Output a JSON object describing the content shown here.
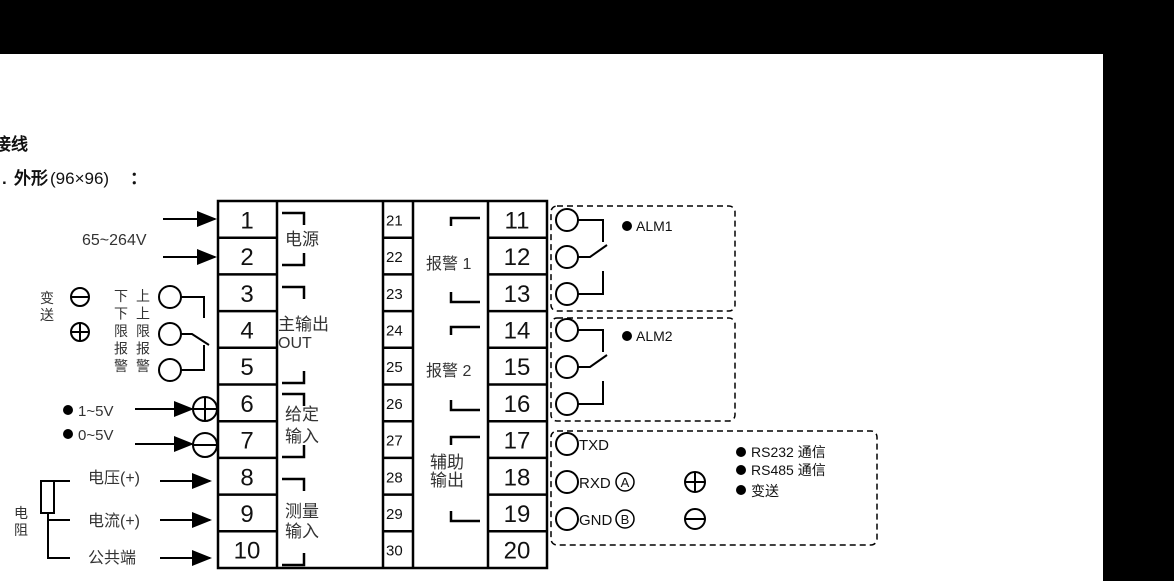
{
  "heading": {
    "line1": "接线",
    "line2_bold": "外形",
    "line2_size": "(96×96)",
    "line2_colon": "："
  },
  "power": {
    "label": "电源",
    "voltage": "65~264V"
  },
  "main_output": {
    "label_cn": "主输出",
    "label_en": "OUT",
    "transmit": [
      "变",
      "送"
    ],
    "lower_alarm": [
      "下",
      "下",
      "限",
      "报",
      "警"
    ],
    "upper_alarm": [
      "上",
      "上",
      "限",
      "报",
      "警"
    ]
  },
  "setpoint_input": {
    "label1": "给定",
    "label2": "输入",
    "opt1": "1~5V",
    "opt2": "0~5V"
  },
  "measure_input": {
    "label1": "测量",
    "label2": "输入",
    "voltage": "电压(+)",
    "current": "电流(+)",
    "common": "公共端",
    "resistor": [
      "电",
      "阻"
    ]
  },
  "terminals_left": [
    "1",
    "2",
    "3",
    "4",
    "5",
    "6",
    "7",
    "8",
    "9",
    "10"
  ],
  "terminals_mid": [
    "21",
    "22",
    "23",
    "24",
    "25",
    "26",
    "27",
    "28",
    "29",
    "30"
  ],
  "terminals_right": [
    "11",
    "12",
    "13",
    "14",
    "15",
    "16",
    "17",
    "18",
    "19",
    "20"
  ],
  "alarm1": {
    "label": "报警 1",
    "tag": "ALM1"
  },
  "alarm2": {
    "label": "报警 2",
    "tag": "ALM2"
  },
  "aux_output": {
    "label1": "辅助",
    "label2": "输出"
  },
  "comm": {
    "txd": "TXD",
    "rxd": "RXD",
    "gnd": "GND",
    "a": "A",
    "b": "B",
    "opt1": "RS232 通信",
    "opt2": "RS485 通信",
    "opt3": "变送"
  }
}
